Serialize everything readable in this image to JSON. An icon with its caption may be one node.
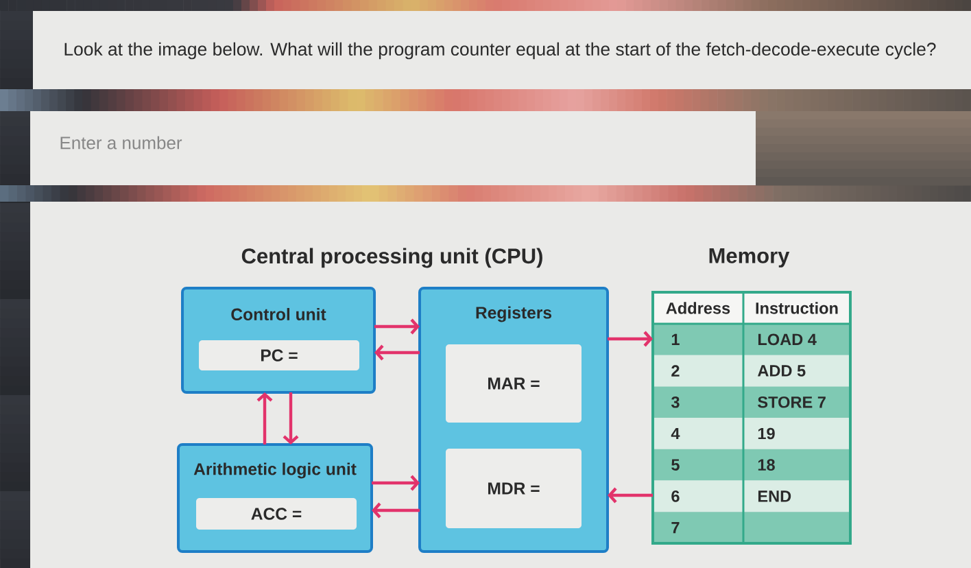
{
  "diagram": {
    "title": "Look at the image below. What will the program counter equal at the start of the fetch-decode-execute cycle?",
    "nodes": [
      {
        "text": [
          "Control unit"
        ]
      },
      {
        "text": [
          "PC ="
        ],
        "in": 0
      },
      {
        "text": [
          "Arithmetic logic unit"
        ]
      },
      {
        "text": [
          "ACC ="
        ],
        "in": 2
      },
      {
        "text": [
          "Registers"
        ]
      },
      {
        "text": [
          "MAR ="
        ],
        "in": 4
      },
      {
        "text": [
          "MDR ="
        ],
        "in": 4
      },
      {
        "text": [
          "Memory"
        ]
      },
      {
        "text": [
          "Address",
          "Instruction"
        ],
        "in": 7
      },
      {
        "text": [
          "1",
          "LOAD 4"
        ],
        "in": 7
      },
      {
        "text": [
          "2",
          "ADD 5"
        ],
        "in": 7
      },
      {
        "text": [
          "3",
          "STORE 7"
        ],
        "in": 7
      },
      {
        "text": [
          "4",
          "19"
        ],
        "in": 7
      },
      {
        "text": [
          "5",
          "18"
        ],
        "in": 7
      },
      {
        "text": [
          "6",
          "END"
        ],
        "in": 7
      },
      {
        "text": [
          "7"
        ],
        "in": 7
      }
    ],
    "edges": [
      {
        "from": 0,
        "to": 4,
        "arrow": "to"
      },
      {
        "from": 4,
        "to": 0,
        "arrow": "to"
      },
      {
        "from": 2,
        "to": 0,
        "arrow": "to"
      },
      {
        "from": 0,
        "to": 2,
        "arrow": "to"
      },
      {
        "from": 2,
        "to": 4,
        "arrow": "to"
      },
      {
        "from": 4,
        "to": 2,
        "arrow": "to"
      },
      {
        "from": 4,
        "to": 9,
        "arrow": "to"
      },
      {
        "from": 14,
        "to": 4,
        "arrow": "to"
      }
    ],
    "labels": [
      "Enter a number",
      "Central processing unit (CPU)"
    ]
  }
}
